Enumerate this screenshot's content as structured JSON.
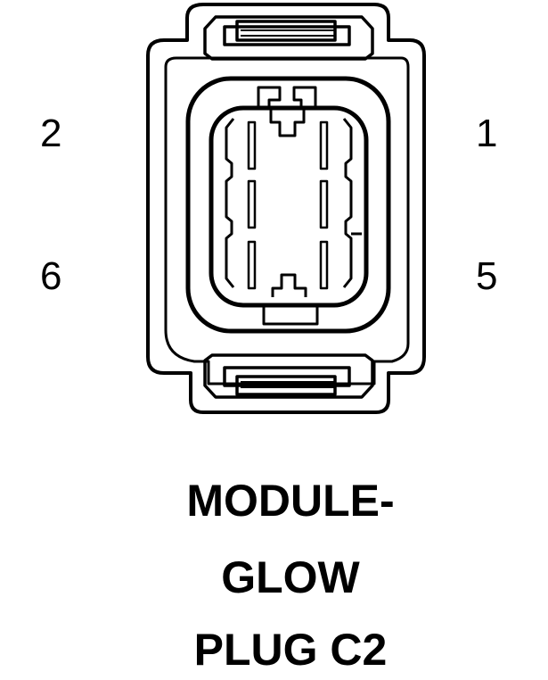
{
  "diagram": {
    "type": "connector-face-view",
    "pins": [
      {
        "label": "2",
        "side": "left",
        "row": 1
      },
      {
        "label": "1",
        "side": "right",
        "row": 1
      },
      {
        "label": "6",
        "side": "left",
        "row": 2
      },
      {
        "label": "5",
        "side": "right",
        "row": 2
      }
    ],
    "title_lines": [
      "MODULE-",
      "GLOW",
      "PLUG C2"
    ],
    "colors": {
      "line": "#000000",
      "background": "#ffffff"
    }
  }
}
